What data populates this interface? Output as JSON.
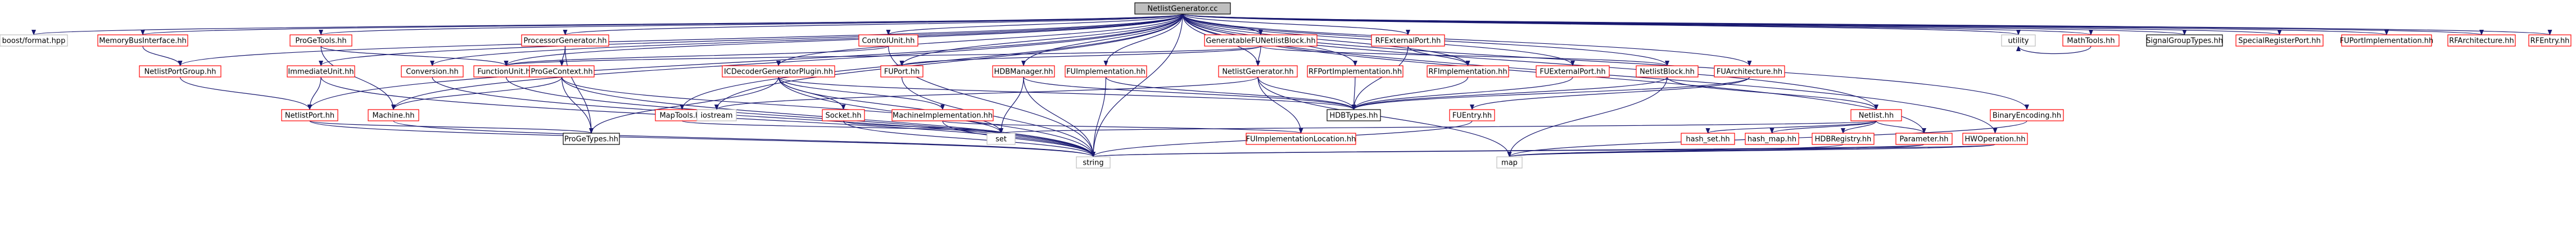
{
  "graph": {
    "title": "",
    "colors": {
      "edge": "#191970",
      "root_fill": "#bfbfbf",
      "root_border": "#000000",
      "linked_border": "#ff0000",
      "system_border": "#bfbfbf",
      "node_fill": "#ffffff",
      "text": "#000000"
    },
    "nodes": [
      {
        "id": "n0",
        "label": "NetlistGenerator.cc",
        "kind": "root"
      },
      {
        "id": "n1",
        "label": "boost/format.hpp",
        "kind": "system"
      },
      {
        "id": "n2",
        "label": "MemoryBusInterface.hh",
        "kind": "linked"
      },
      {
        "id": "n3",
        "label": "NetlistPortGroup.hh",
        "kind": "linked"
      },
      {
        "id": "n4",
        "label": "NetlistPort.hh",
        "kind": "linked"
      },
      {
        "id": "n5",
        "label": "ProGeTools.hh",
        "kind": "linked"
      },
      {
        "id": "n6",
        "label": "ImmediateUnit.hh",
        "kind": "linked"
      },
      {
        "id": "n7",
        "label": "Conversion.hh",
        "kind": "linked"
      },
      {
        "id": "n8",
        "label": "Machine.hh",
        "kind": "linked"
      },
      {
        "id": "n9",
        "label": "ControlUnit.hh",
        "kind": "linked"
      },
      {
        "id": "n10",
        "label": "FunctionUnit.hh",
        "kind": "linked"
      },
      {
        "id": "n11",
        "label": "ProcessorGenerator.hh",
        "kind": "linked"
      },
      {
        "id": "n12",
        "label": "ProGeContext.hh",
        "kind": "linked"
      },
      {
        "id": "n13",
        "label": "ProGeTypes.hh",
        "kind": "plain"
      },
      {
        "id": "n14",
        "label": "ICDecoderGeneratorPlugin.hh",
        "kind": "linked"
      },
      {
        "id": "n15",
        "label": "MapTools.hh",
        "kind": "linked"
      },
      {
        "id": "n16",
        "label": "iostream",
        "kind": "system"
      },
      {
        "id": "n17",
        "label": "Socket.hh",
        "kind": "linked"
      },
      {
        "id": "n18",
        "label": "MachineImplementation.hh",
        "kind": "linked"
      },
      {
        "id": "n19",
        "label": "FUPort.hh",
        "kind": "linked"
      },
      {
        "id": "n20",
        "label": "GeneratableFUNetlistBlock.hh",
        "kind": "linked"
      },
      {
        "id": "n21",
        "label": "HDBManager.hh",
        "kind": "linked"
      },
      {
        "id": "n22",
        "label": "FUImplementation.hh",
        "kind": "linked"
      },
      {
        "id": "n23",
        "label": "NetlistGenerator.hh",
        "kind": "linked"
      },
      {
        "id": "n24",
        "label": "RFPortImplementation.hh",
        "kind": "linked"
      },
      {
        "id": "n25",
        "label": "RFExternalPort.hh",
        "kind": "linked"
      },
      {
        "id": "n26",
        "label": "RFImplementation.hh",
        "kind": "linked"
      },
      {
        "id": "n27",
        "label": "FUExternalPort.hh",
        "kind": "linked"
      },
      {
        "id": "n28",
        "label": "NetlistBlock.hh",
        "kind": "linked"
      },
      {
        "id": "n29",
        "label": "FUArchitecture.hh",
        "kind": "linked"
      },
      {
        "id": "n30",
        "label": "FUEntry.hh",
        "kind": "linked"
      },
      {
        "id": "n31",
        "label": "Netlist.hh",
        "kind": "linked"
      },
      {
        "id": "n32",
        "label": "HDBTypes.hh",
        "kind": "plain"
      },
      {
        "id": "n33",
        "label": "FUImplementationLocation.hh",
        "kind": "linked"
      },
      {
        "id": "n34",
        "label": "set",
        "kind": "system"
      },
      {
        "id": "n35",
        "label": "hash_set.hh",
        "kind": "linked"
      },
      {
        "id": "n36",
        "label": "hash_map.hh",
        "kind": "linked"
      },
      {
        "id": "n37",
        "label": "HDBRegistry.hh",
        "kind": "linked"
      },
      {
        "id": "n38",
        "label": "Parameter.hh",
        "kind": "linked"
      },
      {
        "id": "n39",
        "label": "string",
        "kind": "system"
      },
      {
        "id": "n40",
        "label": "map",
        "kind": "system"
      },
      {
        "id": "n41",
        "label": "utility",
        "kind": "system"
      },
      {
        "id": "n42",
        "label": "MathTools.hh",
        "kind": "linked"
      },
      {
        "id": "n43",
        "label": "SignalGroupTypes.hh",
        "kind": "plain"
      },
      {
        "id": "n44",
        "label": "SpecialRegisterPort.hh",
        "kind": "linked"
      },
      {
        "id": "n45",
        "label": "FUPortImplementation.hh",
        "kind": "linked"
      },
      {
        "id": "n46",
        "label": "RFArchitecture.hh",
        "kind": "linked"
      },
      {
        "id": "n47",
        "label": "RFEntry.hh",
        "kind": "linked"
      },
      {
        "id": "n48",
        "label": "BinaryEncoding.hh",
        "kind": "linked"
      },
      {
        "id": "n49",
        "label": "HWOperation.hh",
        "kind": "linked"
      }
    ],
    "edges": [
      [
        "n0",
        "n1"
      ],
      [
        "n0",
        "n2"
      ],
      [
        "n0",
        "n3"
      ],
      [
        "n0",
        "n5"
      ],
      [
        "n0",
        "n6"
      ],
      [
        "n0",
        "n7"
      ],
      [
        "n0",
        "n8"
      ],
      [
        "n0",
        "n9"
      ],
      [
        "n0",
        "n10"
      ],
      [
        "n0",
        "n11"
      ],
      [
        "n0",
        "n14"
      ],
      [
        "n0",
        "n15"
      ],
      [
        "n0",
        "n16"
      ],
      [
        "n0",
        "n19"
      ],
      [
        "n0",
        "n20"
      ],
      [
        "n0",
        "n21"
      ],
      [
        "n0",
        "n22"
      ],
      [
        "n0",
        "n23"
      ],
      [
        "n0",
        "n24"
      ],
      [
        "n0",
        "n25"
      ],
      [
        "n0",
        "n26"
      ],
      [
        "n0",
        "n27"
      ],
      [
        "n0",
        "n28"
      ],
      [
        "n0",
        "n29"
      ],
      [
        "n0",
        "n31"
      ],
      [
        "n0",
        "n38"
      ],
      [
        "n0",
        "n39"
      ],
      [
        "n0",
        "n41"
      ],
      [
        "n0",
        "n42"
      ],
      [
        "n0",
        "n43"
      ],
      [
        "n0",
        "n44"
      ],
      [
        "n0",
        "n45"
      ],
      [
        "n0",
        "n46"
      ],
      [
        "n0",
        "n47"
      ],
      [
        "n0",
        "n48"
      ],
      [
        "n0",
        "n49"
      ],
      [
        "n0",
        "n4"
      ],
      [
        "n2",
        "n3"
      ],
      [
        "n3",
        "n4"
      ],
      [
        "n4",
        "n13"
      ],
      [
        "n4",
        "n39"
      ],
      [
        "n5",
        "n10"
      ],
      [
        "n5",
        "n8"
      ],
      [
        "n6",
        "n4"
      ],
      [
        "n6",
        "n39"
      ],
      [
        "n7",
        "n39"
      ],
      [
        "n8",
        "n39"
      ],
      [
        "n9",
        "n10"
      ],
      [
        "n9",
        "n39"
      ],
      [
        "n10",
        "n39"
      ],
      [
        "n11",
        "n12"
      ],
      [
        "n11",
        "n13"
      ],
      [
        "n12",
        "n13"
      ],
      [
        "n12",
        "n39"
      ],
      [
        "n12",
        "n8"
      ],
      [
        "n12",
        "n34"
      ],
      [
        "n14",
        "n17"
      ],
      [
        "n14",
        "n18"
      ],
      [
        "n14",
        "n13"
      ],
      [
        "n14",
        "n34"
      ],
      [
        "n14",
        "n39"
      ],
      [
        "n14",
        "n32"
      ],
      [
        "n15",
        "n34"
      ],
      [
        "n17",
        "n34"
      ],
      [
        "n17",
        "n39"
      ],
      [
        "n18",
        "n33"
      ],
      [
        "n18",
        "n39"
      ],
      [
        "n19",
        "n39"
      ],
      [
        "n20",
        "n10"
      ],
      [
        "n20",
        "n23"
      ],
      [
        "n20",
        "n28"
      ],
      [
        "n20",
        "n19"
      ],
      [
        "n21",
        "n32"
      ],
      [
        "n21",
        "n39"
      ],
      [
        "n21",
        "n34"
      ],
      [
        "n22",
        "n32"
      ],
      [
        "n22",
        "n39"
      ],
      [
        "n23",
        "n32"
      ],
      [
        "n23",
        "n40"
      ],
      [
        "n23",
        "n16"
      ],
      [
        "n23",
        "n33"
      ],
      [
        "n24",
        "n32"
      ],
      [
        "n25",
        "n26"
      ],
      [
        "n25",
        "n32"
      ],
      [
        "n26",
        "n32"
      ],
      [
        "n27",
        "n32"
      ],
      [
        "n28",
        "n32"
      ],
      [
        "n28",
        "n31"
      ],
      [
        "n28",
        "n40"
      ],
      [
        "n29",
        "n30"
      ],
      [
        "n29",
        "n32"
      ],
      [
        "n30",
        "n39"
      ],
      [
        "n31",
        "n35"
      ],
      [
        "n31",
        "n36"
      ],
      [
        "n31",
        "n37"
      ],
      [
        "n31",
        "n38"
      ],
      [
        "n31",
        "n34"
      ],
      [
        "n37",
        "n40"
      ],
      [
        "n38",
        "n40"
      ],
      [
        "n38",
        "n39"
      ],
      [
        "n42",
        "n41"
      ],
      [
        "n48",
        "n40"
      ],
      [
        "n49",
        "n39"
      ],
      [
        "n49",
        "n40"
      ]
    ]
  }
}
